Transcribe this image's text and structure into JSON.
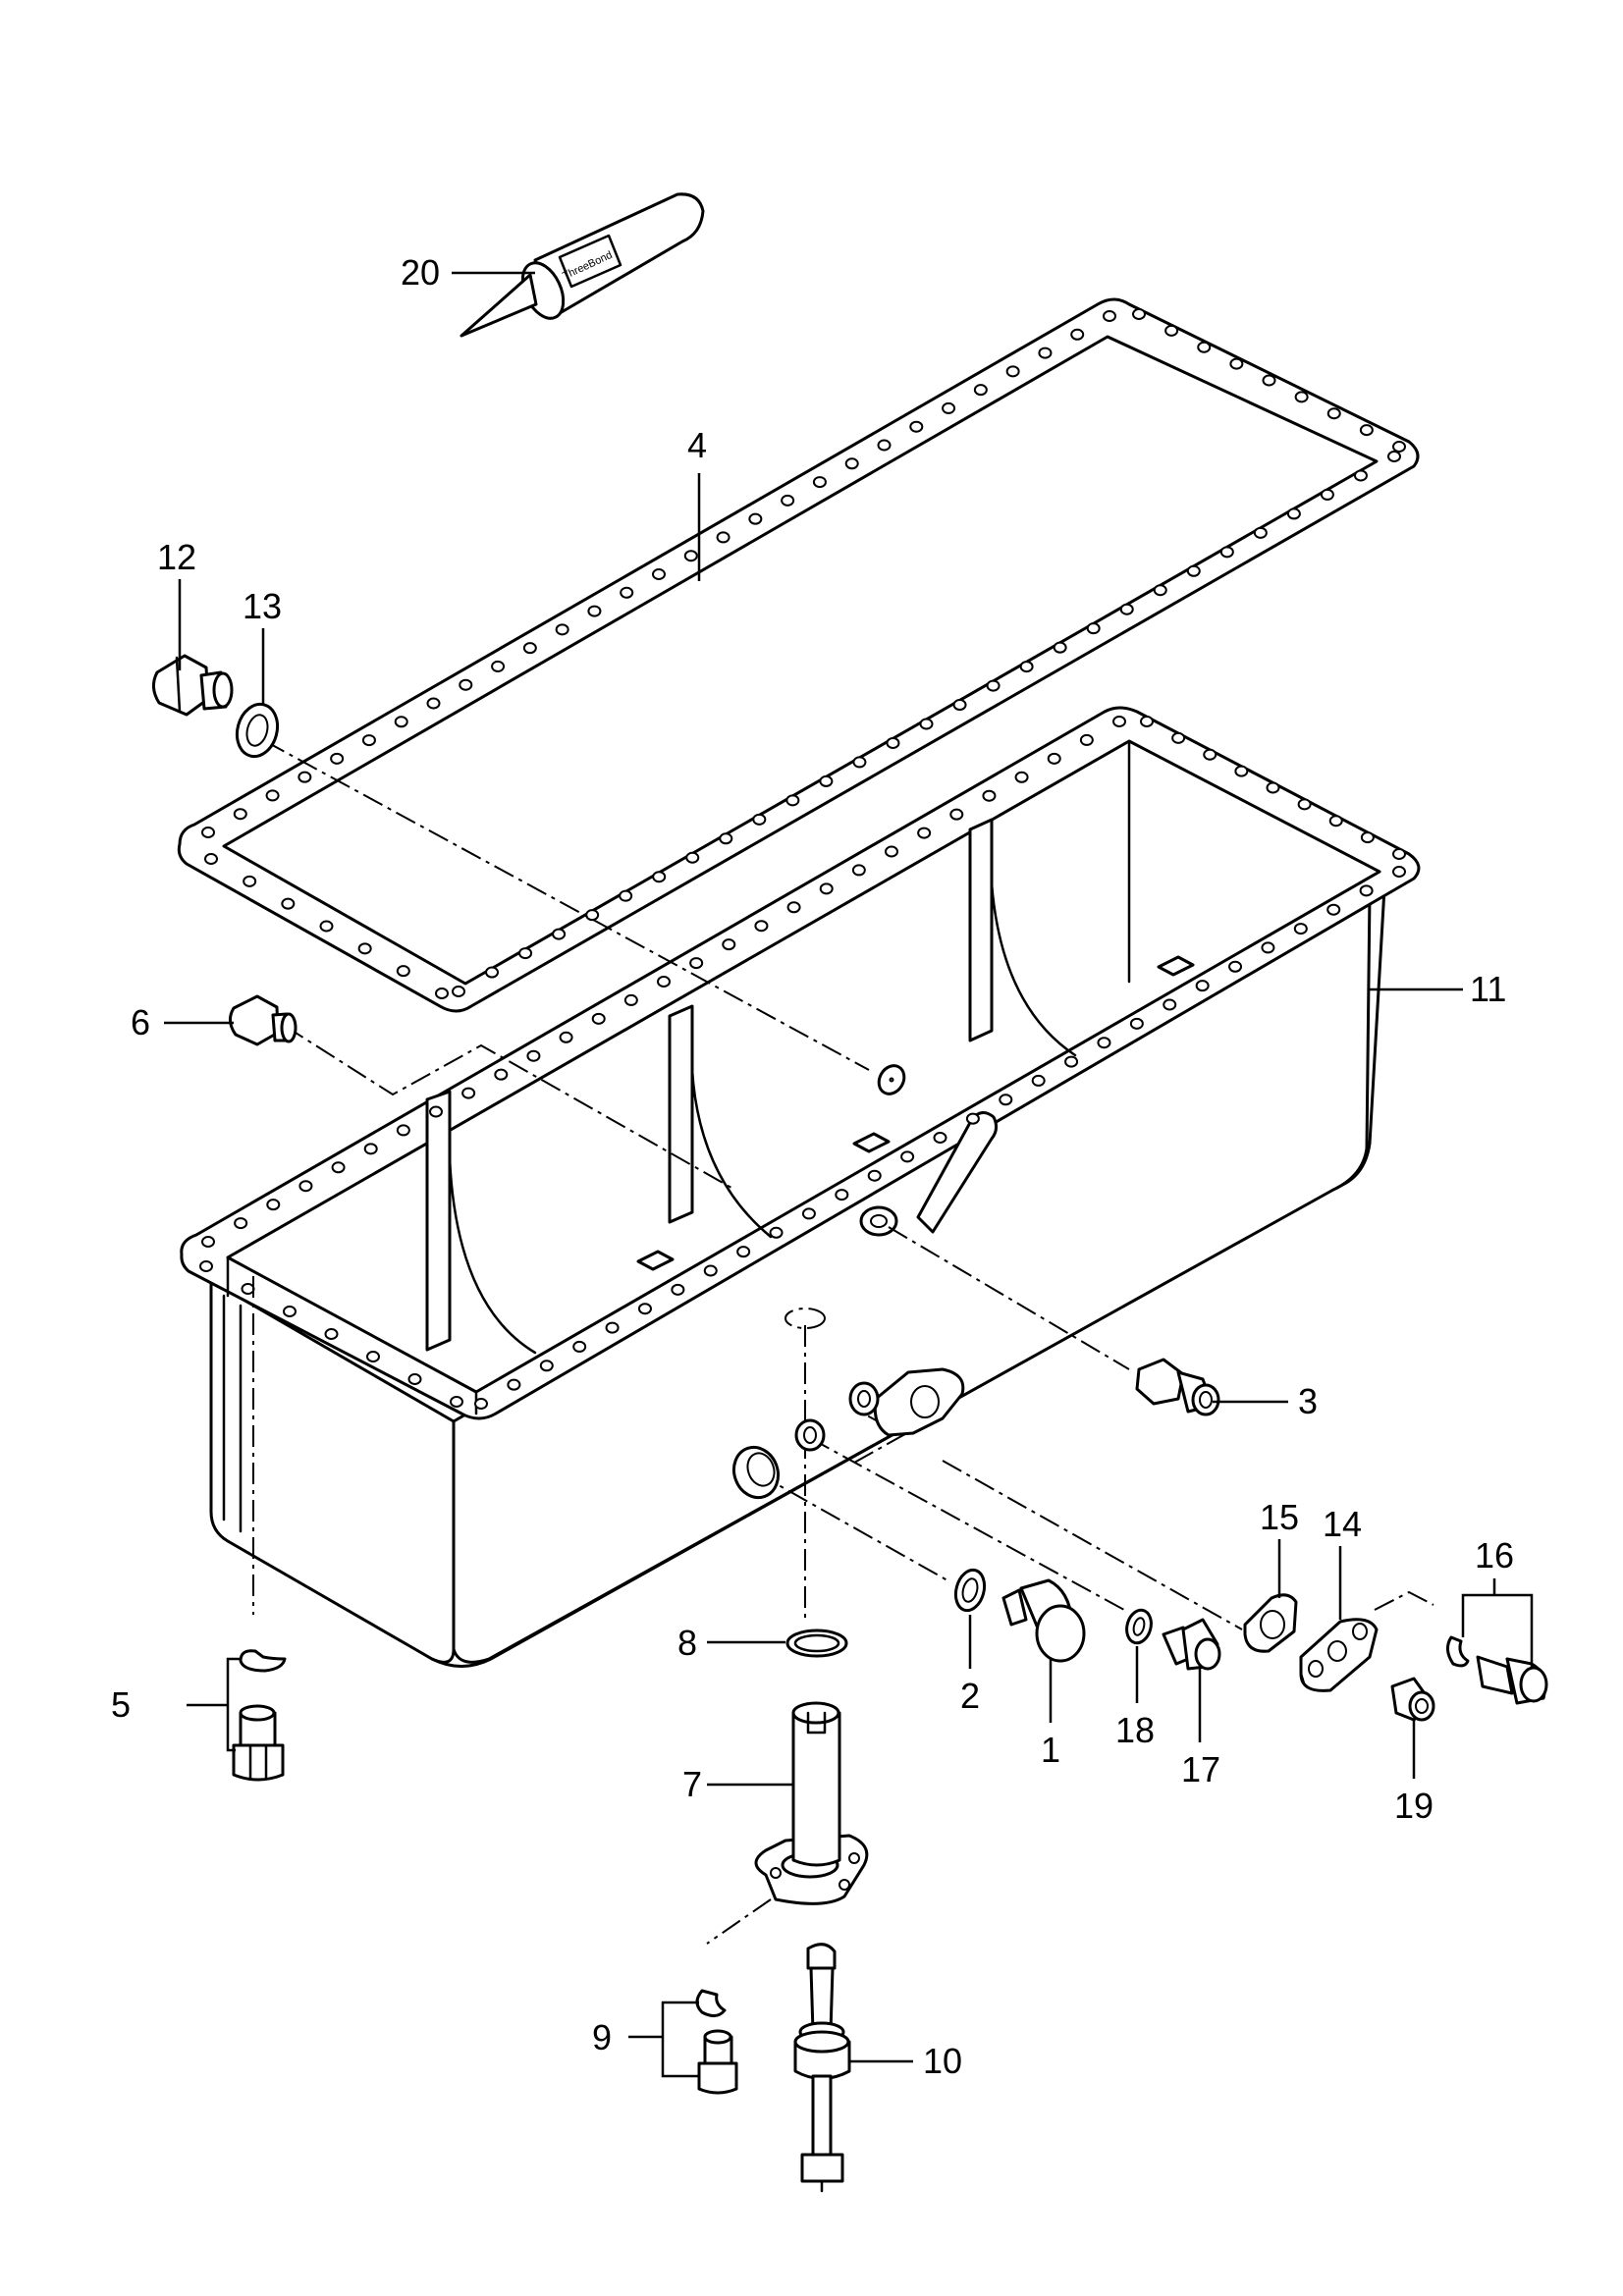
{
  "callouts": [
    {
      "id": "1",
      "label": "1",
      "part": "drain-plug"
    },
    {
      "id": "2",
      "label": "2",
      "part": "drain-plug-gasket"
    },
    {
      "id": "3",
      "label": "3",
      "part": "nipple"
    },
    {
      "id": "4",
      "label": "4",
      "part": "oil-pan-gasket"
    },
    {
      "id": "5",
      "label": "5",
      "part": "oil-pan-bolt-set"
    },
    {
      "id": "6",
      "label": "6",
      "part": "plug"
    },
    {
      "id": "7",
      "label": "7",
      "part": "suction-pipe"
    },
    {
      "id": "8",
      "label": "8",
      "part": "o-ring"
    },
    {
      "id": "9",
      "label": "9",
      "part": "pipe-bolt-set"
    },
    {
      "id": "10",
      "label": "10",
      "part": "level-sensor"
    },
    {
      "id": "11",
      "label": "11",
      "part": "oil-pan"
    },
    {
      "id": "12",
      "label": "12",
      "part": "plug"
    },
    {
      "id": "13",
      "label": "13",
      "part": "gasket"
    },
    {
      "id": "14",
      "label": "14",
      "part": "cover-plate"
    },
    {
      "id": "15",
      "label": "15",
      "part": "cover-gasket"
    },
    {
      "id": "16",
      "label": "16",
      "part": "cover-bolt-set"
    },
    {
      "id": "17",
      "label": "17",
      "part": "plug"
    },
    {
      "id": "18",
      "label": "18",
      "part": "washer"
    },
    {
      "id": "19",
      "label": "19",
      "part": "plug"
    },
    {
      "id": "20",
      "label": "20",
      "part": "sealant-tube"
    }
  ],
  "sealant_tube_label": "ThreeBond"
}
